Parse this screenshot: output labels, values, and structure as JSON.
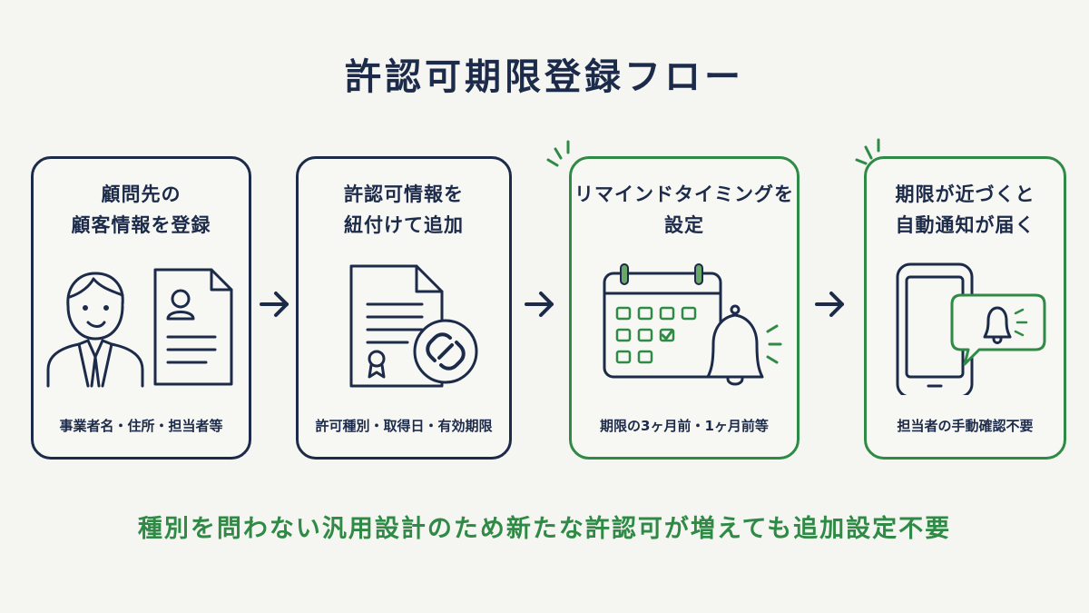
{
  "title": "許認可期限登録フロー",
  "steps": [
    {
      "title_lines": [
        "顧問先の",
        "顧客情報を登録"
      ],
      "caption": "事業者名・住所・担当者等"
    },
    {
      "title_lines": [
        "許認可情報を",
        "紐付けて追加"
      ],
      "caption": "許可種別・取得日・有効期限"
    },
    {
      "title_lines": [
        "リマインドタイミングを",
        "設定"
      ],
      "caption": "期限の3ヶ月前・1ヶ月前等"
    },
    {
      "title_lines": [
        "期限が近づくと",
        "自動通知が届く"
      ],
      "caption": "担当者の手動確認不要"
    }
  ],
  "footer": "種別を問わない汎用設計のため新たな許認可が増えても追加設定不要",
  "colors": {
    "navy": "#1d2b4a",
    "green": "#2f8a45",
    "background": "#f5f5f2"
  },
  "icons": [
    "person-icon",
    "profile-document-icon",
    "document-icon",
    "link-icon",
    "calendar-icon",
    "bell-icon",
    "smartphone-icon",
    "notification-bubble-icon"
  ]
}
